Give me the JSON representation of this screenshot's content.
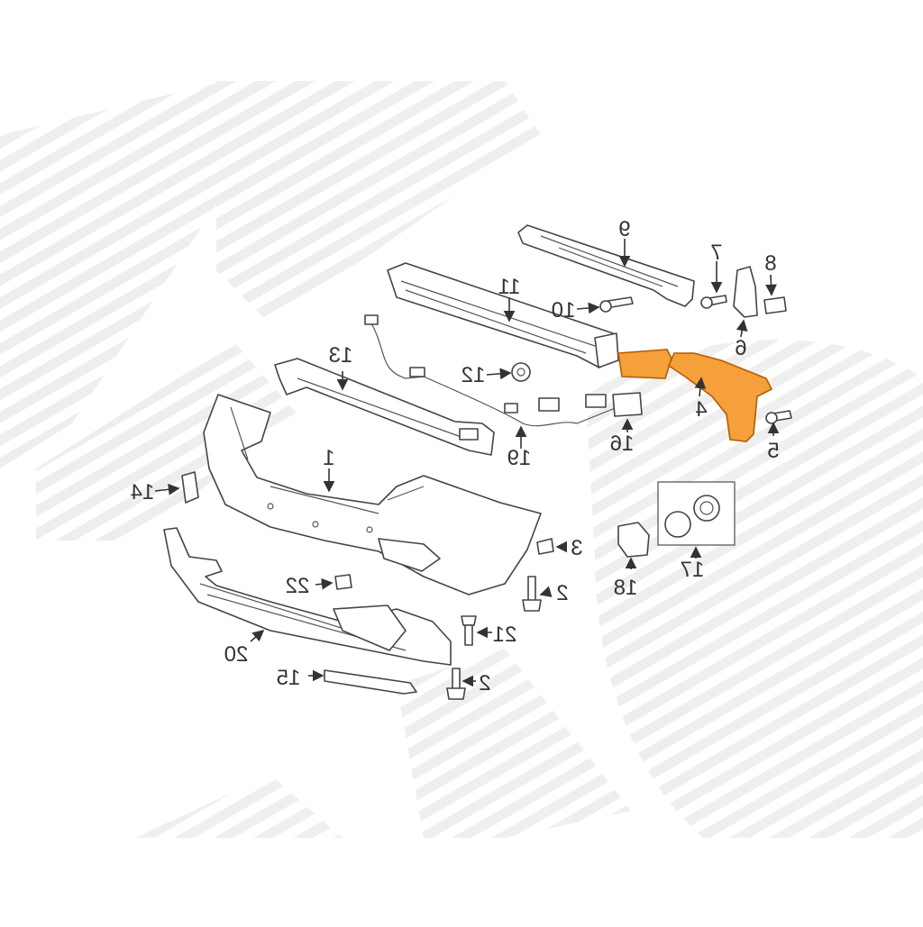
{
  "diagram": {
    "highlight_color": "#f5a03a",
    "highlight_stroke": "#b35e00",
    "line_color": "#444444",
    "watermark_color": "#ececec",
    "labels": {
      "p1": "1",
      "p2a": "2",
      "p2b": "2",
      "p3": "3",
      "p4": "4",
      "p5": "5",
      "p6": "6",
      "p7": "7",
      "p8": "8",
      "p9": "9",
      "p10": "10",
      "p11": "11",
      "p12": "12",
      "p13": "13",
      "p14": "14",
      "p15": "15",
      "p16": "16",
      "p17": "17",
      "p18": "18",
      "p19": "19",
      "p20": "20",
      "p21": "21",
      "p22": "22"
    }
  }
}
